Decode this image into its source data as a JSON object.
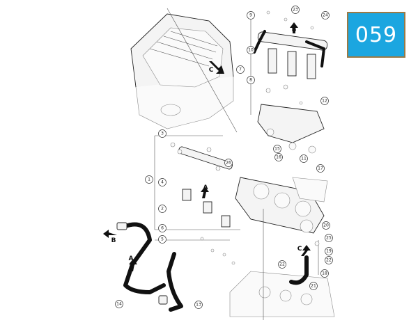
{
  "badge": {
    "label": "059",
    "color": "#1ba6e0",
    "border_color": "#9a7a45"
  },
  "letters": [
    "A",
    "B",
    "C"
  ],
  "callouts": [
    "1",
    "2",
    "3",
    "4",
    "5",
    "6",
    "7",
    "8",
    "9",
    "10",
    "11",
    "12",
    "13",
    "14",
    "15",
    "16",
    "17",
    "18",
    "19",
    "20",
    "21",
    "22",
    "23",
    "24",
    "25",
    "26"
  ]
}
